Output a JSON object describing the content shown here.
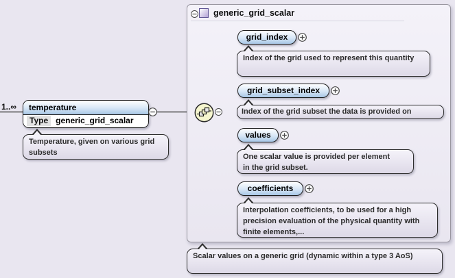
{
  "diagram": {
    "tool": "xml-schema-diagram",
    "root_element": {
      "cardinality": "1..∞",
      "name": "temperature",
      "type_label": "Type",
      "type_value": "generic_grid_scalar",
      "annotation": "Temperature, given on various grid subsets"
    },
    "complex_type": {
      "name": "generic_grid_scalar",
      "compositor": "sequence",
      "annotation": "Scalar values on a generic grid (dynamic within a type 3 AoS)",
      "children": [
        {
          "name": "grid_index",
          "annotation": "Index of the grid used to represent this quantity"
        },
        {
          "name": "grid_subset_index",
          "annotation": "Index of the grid subset the data is provided on"
        },
        {
          "name": "values",
          "annotation": "One scalar value is provided per element in the grid subset."
        },
        {
          "name": "coefficients",
          "annotation": "Interpolation coefficients, to be used for a high precision evaluation of the physical quantity with finite elements,..."
        }
      ]
    },
    "icons": {
      "collapse": "minus-circle",
      "expand": "plus-circle",
      "compositor": "sequence-circle",
      "complex_type_marker": "purple-square"
    },
    "colors": {
      "background": "#e9e6f0",
      "element_fill_bottom": "#a8c7e6",
      "note_fill": "#e5e2ec",
      "sequence_fill": "#f6f6cf",
      "container_border": "#98959f",
      "line": "#4a4a4a"
    }
  }
}
